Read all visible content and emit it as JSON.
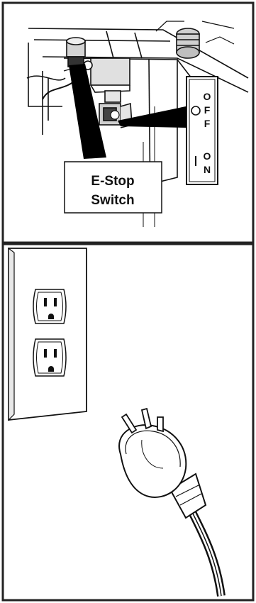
{
  "top_panel": {
    "estop_label_line1": "E-Stop",
    "estop_label_line2": "Switch",
    "switch_face": {
      "off_letters": [
        "O",
        "F",
        "F"
      ],
      "on_letters": [
        "O",
        "N"
      ]
    }
  },
  "colors": {
    "ink": "#111111",
    "paper": "#ffffff",
    "panel_gray": "#cfcfcf",
    "frame": "#222222"
  },
  "icons": {
    "wall_outlet": "duplex-outlet-icon",
    "plug": "power-plug-icon",
    "machine": "machine-housing-icon"
  }
}
